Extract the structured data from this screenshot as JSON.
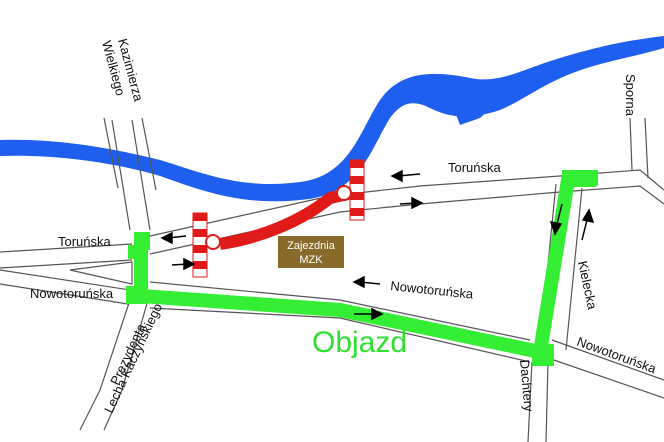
{
  "map": {
    "labels": {
      "torunska_east": "Toruńska",
      "torunska_west": "Toruńska",
      "nowotorunska_west": "Nowotoruńska",
      "nowotorunska_center": "Nowotoruńska",
      "nowotorunska_east": "Nowotoruńska",
      "kazimierza_line1": "Kazimierza",
      "kazimierza_line2": "Wielkiego",
      "sporna": "Sporna",
      "kielecka": "Kielecka",
      "dachtery": "Dachtery",
      "prezydenta_line1": "Prezydenta",
      "prezydenta_line2": "Lecha Kaczyńskiego",
      "depot_line1": "Zajezdnia",
      "depot_line2": "MZK",
      "detour": "Objazd"
    },
    "colors": {
      "river": "#1f5ff0",
      "detour": "#33ee33",
      "closed_section": "#e01919",
      "road_outline": "#555555",
      "depot_sign": "#8a6a2a"
    }
  }
}
